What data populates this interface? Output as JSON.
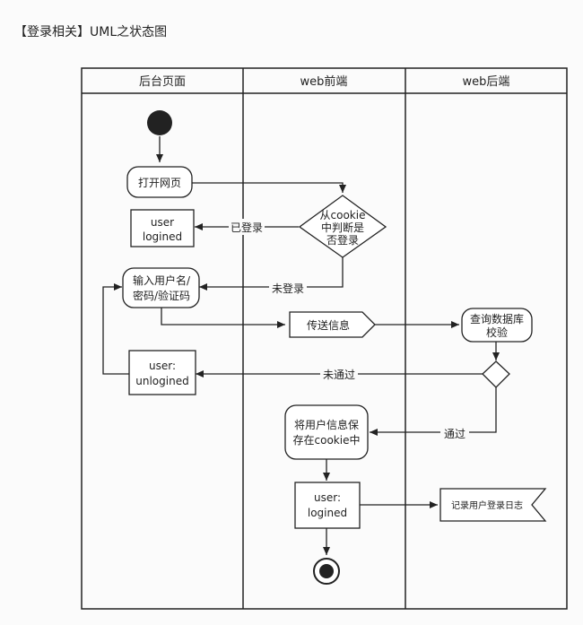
{
  "title": "【登录相关】UML之状态图",
  "lanes": [
    "后台页面",
    "web前端",
    "web后端"
  ],
  "nodes": {
    "open_page": "打开网页",
    "check_cookie": [
      "从cookie",
      "中判断是",
      "否登录"
    ],
    "user_logined_1": [
      "user",
      "logined"
    ],
    "input_credentials": [
      "输入用户名/",
      "密码/验证码"
    ],
    "send_info": "传送信息",
    "query_db": [
      "查询数据库",
      "校验"
    ],
    "user_unlogined": [
      "user:",
      "unlogined"
    ],
    "save_cookie": [
      "将用户信息保",
      "存在cookie中"
    ],
    "user_logined_2": [
      "user:",
      "logined"
    ],
    "log_login": "记录用户登录日志"
  },
  "edges": {
    "logged_in": "已登录",
    "not_logged_in": "未登录",
    "not_passed": "未通过",
    "passed": "通过"
  }
}
